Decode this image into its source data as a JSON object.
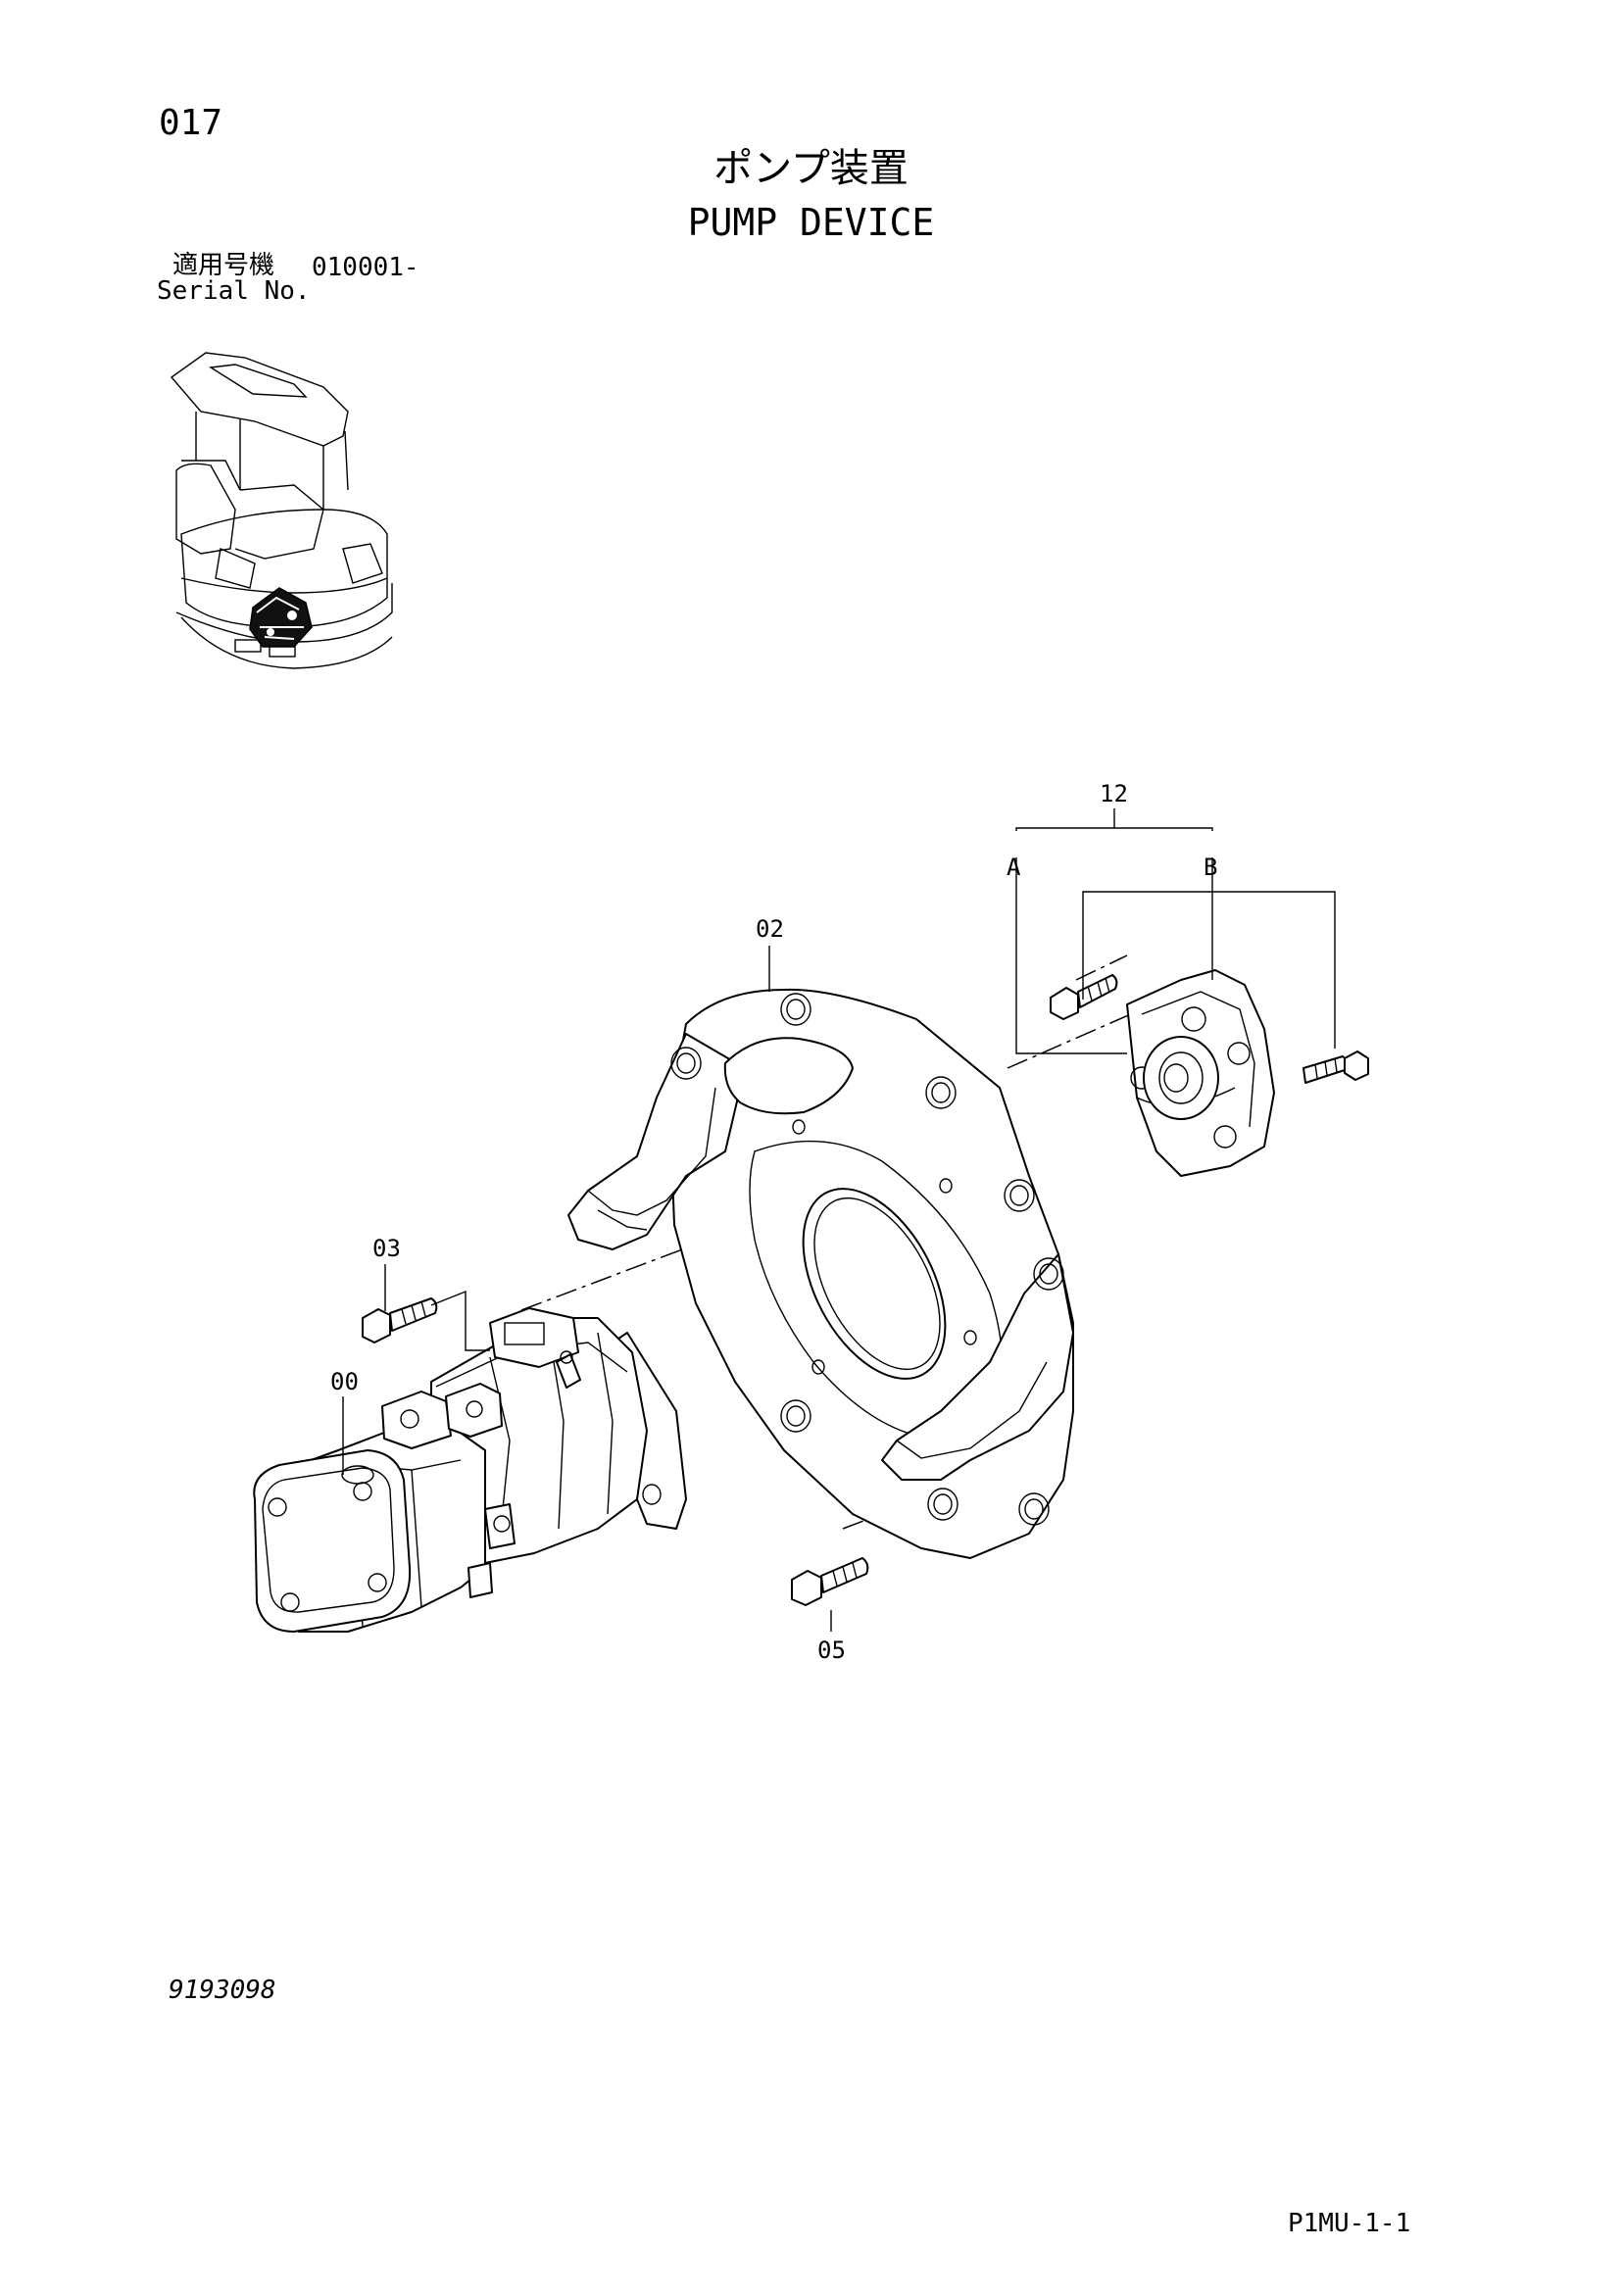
{
  "header": {
    "page_number": "017",
    "title_jp": "ポンプ装置",
    "title_en": "PUMP DEVICE",
    "serial_label_jp": "適用号機",
    "serial_value": "010001-",
    "serial_label_en": "Serial No."
  },
  "callouts": {
    "pump": "00",
    "housing": "02",
    "bolt_03": "03",
    "bolt_05": "05",
    "coupling": "12",
    "sub_a": "A",
    "sub_b": "B"
  },
  "footer": {
    "drawing_code": "9193098",
    "page_code": "P1MU-1-1"
  }
}
